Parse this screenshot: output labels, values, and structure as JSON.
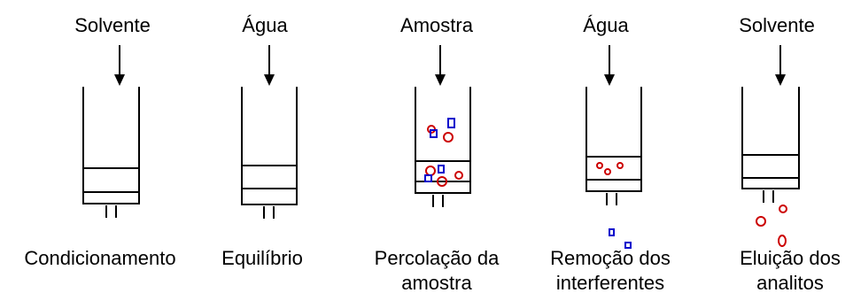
{
  "steps": [
    {
      "input": "Solvente",
      "caption": [
        "Condicionamento"
      ],
      "particles": {
        "red": 0,
        "blue": 0
      },
      "bed_particles": "none",
      "eluate_particles": "none"
    },
    {
      "input": "Água",
      "caption": [
        "Equilíbrio"
      ],
      "particles": {
        "red": 0,
        "blue": 0
      },
      "bed_particles": "none",
      "eluate_particles": "none"
    },
    {
      "input": "Amostra",
      "caption": [
        "Percolação da",
        "amostra"
      ],
      "particles": {
        "red": 5,
        "blue": 4
      },
      "bed_particles": "red-and-blue",
      "eluate_particles": "none"
    },
    {
      "input": "Água",
      "caption": [
        "Remoção dos",
        "interferentes"
      ],
      "particles": {
        "red": 3,
        "blue": 2
      },
      "bed_particles": "red",
      "eluate_particles": "blue"
    },
    {
      "input": "Solvente",
      "caption": [
        "Eluição dos",
        "analitos"
      ],
      "particles": {
        "red": 3,
        "blue": 0
      },
      "bed_particles": "none",
      "eluate_particles": "red"
    }
  ],
  "colors": {
    "line": "#000000",
    "analyte": "#cc0000",
    "interferent": "#0000cc"
  }
}
